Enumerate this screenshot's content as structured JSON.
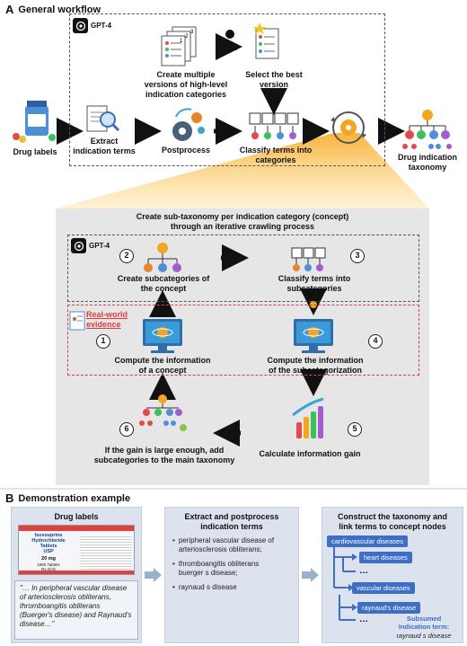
{
  "section_a": {
    "letter": "A",
    "title": "General workflow"
  },
  "gpt_label": "GPT-4",
  "top": {
    "drug_labels": "Drug labels",
    "extract": "Extract\nindication terms",
    "postprocess": "Postprocess",
    "create_versions": "Create multiple\nversions of high-level\nindication categories",
    "select_best": "Select the best\nversion",
    "classify": "Classify terms into\ncategories",
    "taxonomy": "Drug indication\ntaxonomy"
  },
  "crawl": {
    "title": "Create sub-taxonomy per indication category (concept)\nthrough an iterative crawling process",
    "rwe_label": "Real-world\nevidence",
    "steps": [
      {
        "n": "1",
        "label": "Compute the information\nof a concept"
      },
      {
        "n": "2",
        "label": "Create subcategories of\nthe concept"
      },
      {
        "n": "3",
        "label": "Classify terms into\nsubcategories"
      },
      {
        "n": "4",
        "label": "Compute the information\nof the subcategorization"
      },
      {
        "n": "5",
        "label": "Calculate information gain"
      },
      {
        "n": "6",
        "label": "If the gain is large enough, add\nsubcategories to the main taxonomy"
      }
    ]
  },
  "section_b": {
    "letter": "B",
    "title": "Demonstration example"
  },
  "demo": {
    "panel1_title": "Drug labels",
    "bottle": {
      "name": "Isoxsuprine\nHydrochloride\nTablets\nUSP",
      "dose": "20 mg",
      "count": "1000 Tablets\nRx Only",
      "brand": "VALDAR"
    },
    "quote": "\"… In peripheral vascular disease of arteriosclerosis obliterans, thromboangitis obliterans (Buerger's disease) and Raynaud's disease…\"",
    "panel2_title": "Extract and postprocess\nindication terms",
    "bullets": [
      "peripheral vascular disease of\narteriosclerosis obliterans;",
      "thromboangitis obliterans\nbuerger s disease;",
      "raynaud s disease"
    ],
    "panel3_title": "Construct the taxonomy and\nlink terms to concept nodes",
    "nodes": {
      "cardio": "cardiovascular diseases",
      "heart": "heart diseases",
      "dots1": "…",
      "vascular": "vascular diseases",
      "raynaud": "raynaud's disease",
      "dots2": "…",
      "subsumed_label": "Subsumed\nIndication term:",
      "subsumed_term": "raynaud s disease"
    }
  },
  "colors": {
    "arrow": "#111111",
    "red_dash": "#e33b3b",
    "panel_bg": "#dde3ee",
    "node_blue": "#3f6fc4",
    "trapezoid": "#e6e6e6",
    "beam": "#f7b733"
  }
}
